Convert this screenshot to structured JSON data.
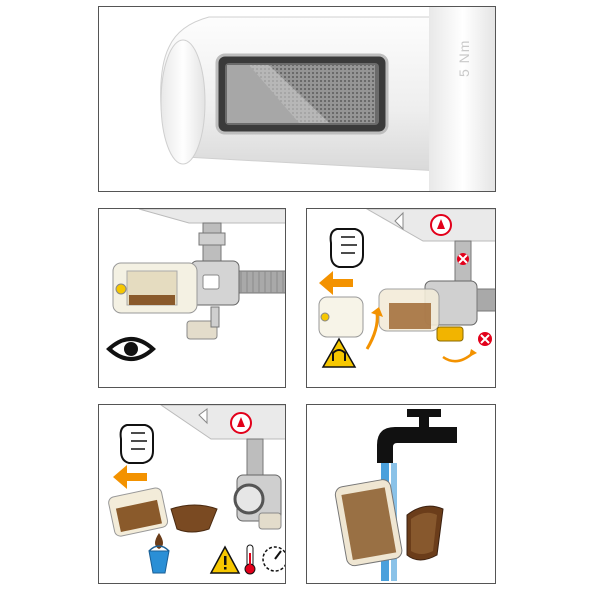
{
  "panels": [
    {
      "id": "filter-closeup",
      "engraving": "5 Nm"
    },
    {
      "id": "inspect-filter"
    },
    {
      "id": "remove-filter-bowl"
    },
    {
      "id": "empty-filter-bowl"
    },
    {
      "id": "rinse-filter"
    }
  ],
  "colors": {
    "accent_arrow": "#f39200",
    "warning_yellow": "#f6c700",
    "stop_red": "#e2001a",
    "water_blue": "#2a8fd6",
    "dirt_brown": "#7a4a22"
  },
  "icons": [
    "eye-icon",
    "hand-icon",
    "arrow-left-icon",
    "magnet-warning-icon",
    "forbidden-icon",
    "rotate-arrow-icon",
    "drop-icon",
    "bucket-icon",
    "warning-icon",
    "thermometer-icon",
    "pressure-gauge-icon",
    "faucet-icon"
  ]
}
